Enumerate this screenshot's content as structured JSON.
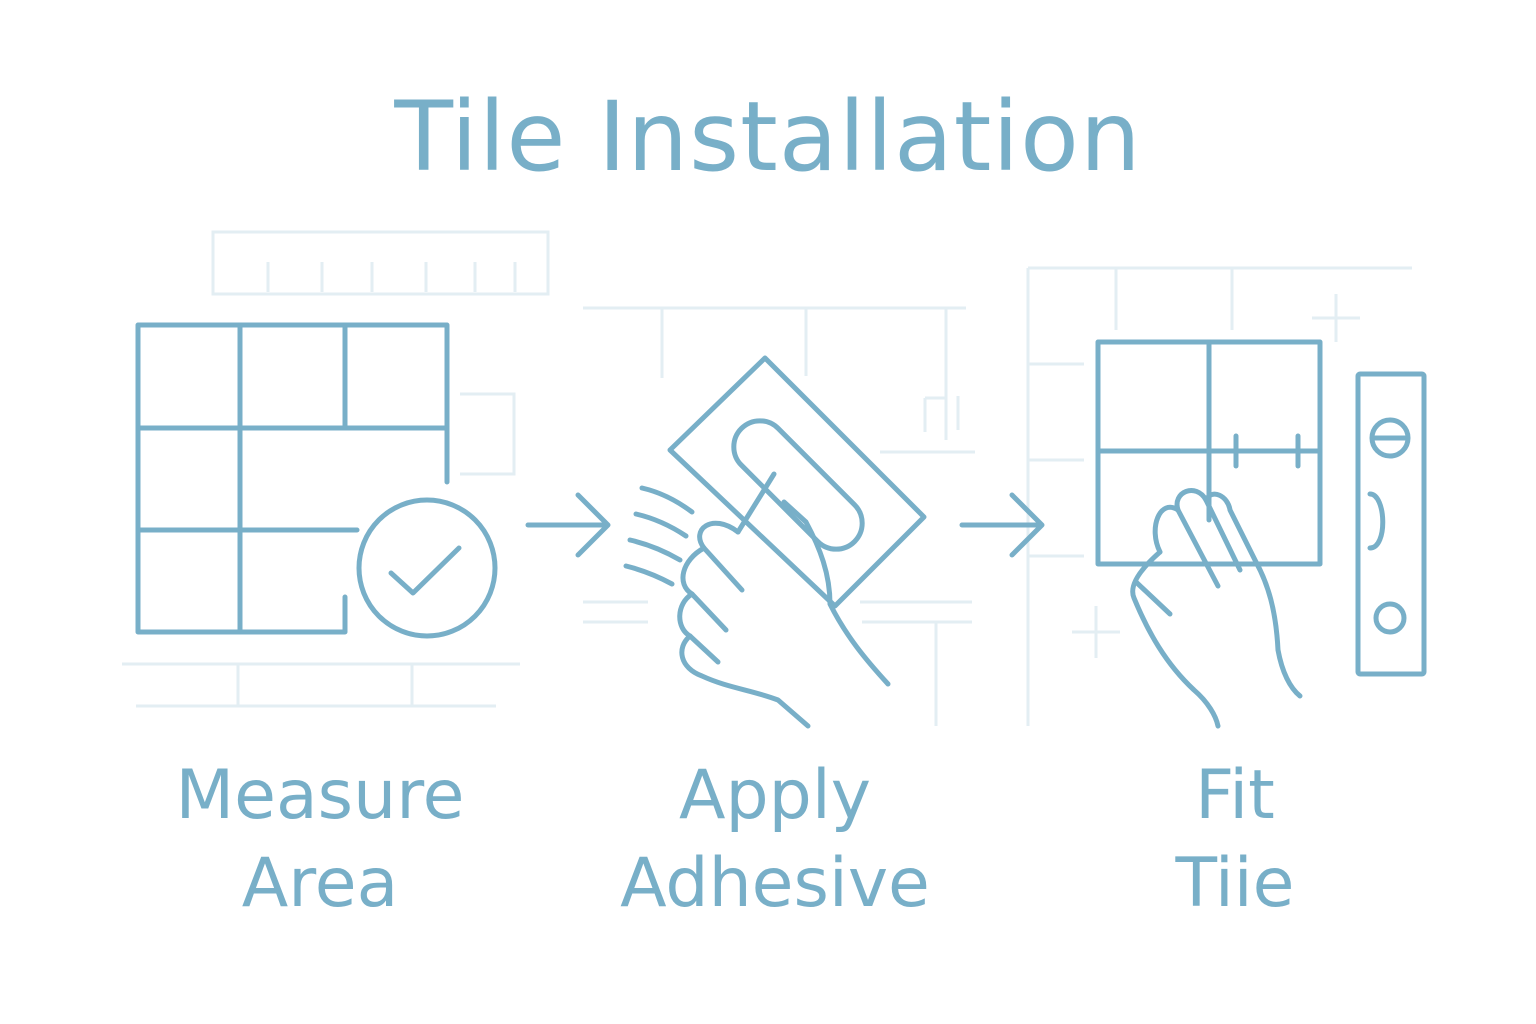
{
  "title": "Tile Installation",
  "steps": [
    {
      "line1": "Measure",
      "line2": "Area",
      "icon": "tile-grid-check-icon"
    },
    {
      "line1": "Apply",
      "line2": "Adhesive",
      "icon": "trowel-hand-icon"
    },
    {
      "line1": "Fit",
      "line2": "Tiie",
      "icon": "tile-hand-level-icon"
    }
  ],
  "colors": {
    "primary": "#78AFC8",
    "faint": "#E3EEF3",
    "background": "#FFFFFF"
  }
}
